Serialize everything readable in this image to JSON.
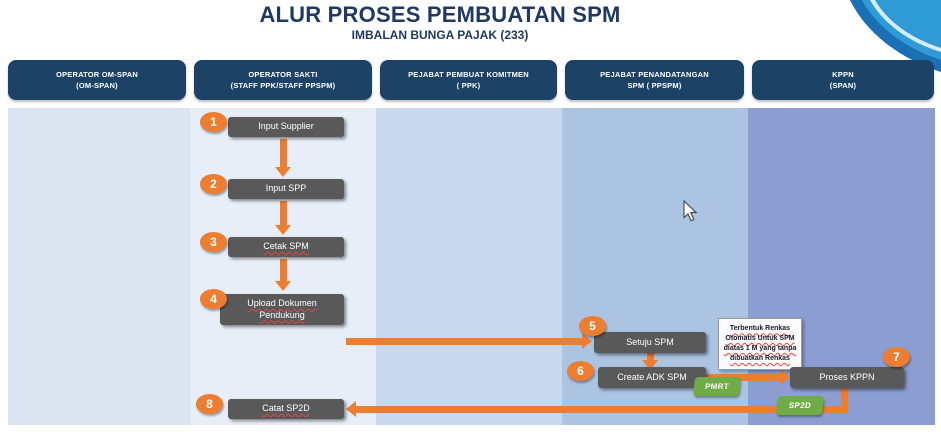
{
  "title": "ALUR PROSES PEMBUATAN SPM",
  "subtitle": "IMBALAN BUNGA PAJAK (233)",
  "lanes": [
    {
      "line1": "OPERATOR OM-SPAN",
      "line2": "(OM-SPAN)"
    },
    {
      "line1": "OPERATOR SAKTI",
      "line2": "(STAFF PPK/STAFF PPSPM)"
    },
    {
      "line1": "PEJABAT PEMBUAT KOMITMEN",
      "line2": "( PPK)"
    },
    {
      "line1": "PEJABAT PENANDATANGAN",
      "line2": "SPM ( PPSPM)"
    },
    {
      "line1": "KPPN",
      "line2": "(SPAN)"
    }
  ],
  "steps": [
    {
      "num": "1",
      "label": "Input Supplier"
    },
    {
      "num": "2",
      "label": "Input SPP"
    },
    {
      "num": "3",
      "label": "Cetak SPM"
    },
    {
      "num": "4",
      "label": "Upload Dokumen Pendukung"
    },
    {
      "num": "5",
      "label": "Setuju SPM"
    },
    {
      "num": "6",
      "label": "Create ADK SPM"
    },
    {
      "num": "7",
      "label": "Proses KPPN"
    },
    {
      "num": "8",
      "label": "Catat SP2D"
    }
  ],
  "badges": {
    "pmrt": "PMRT",
    "sp2d": "SP2D"
  },
  "note_text": "Terbentuk Renkas Otomatis Untuk SPM diatas 1 M yang tanpa dibuatkan Renkas",
  "icons": {
    "mouse_cursor": "pointer-arrow",
    "corner_swoosh": "decorative-curve"
  },
  "colors": {
    "title_blue": "#1F3864",
    "header_navy": "#1C4365",
    "step_gray": "#595959",
    "accent_orange": "#ED7D31",
    "badge_green": "#6FAC46",
    "lane_1": "#dbe5f1",
    "lane_2": "#e8eef7",
    "lane_3": "#c9d8ec",
    "lane_4": "#abc4e2",
    "lane_5": "#8c9ed1"
  }
}
